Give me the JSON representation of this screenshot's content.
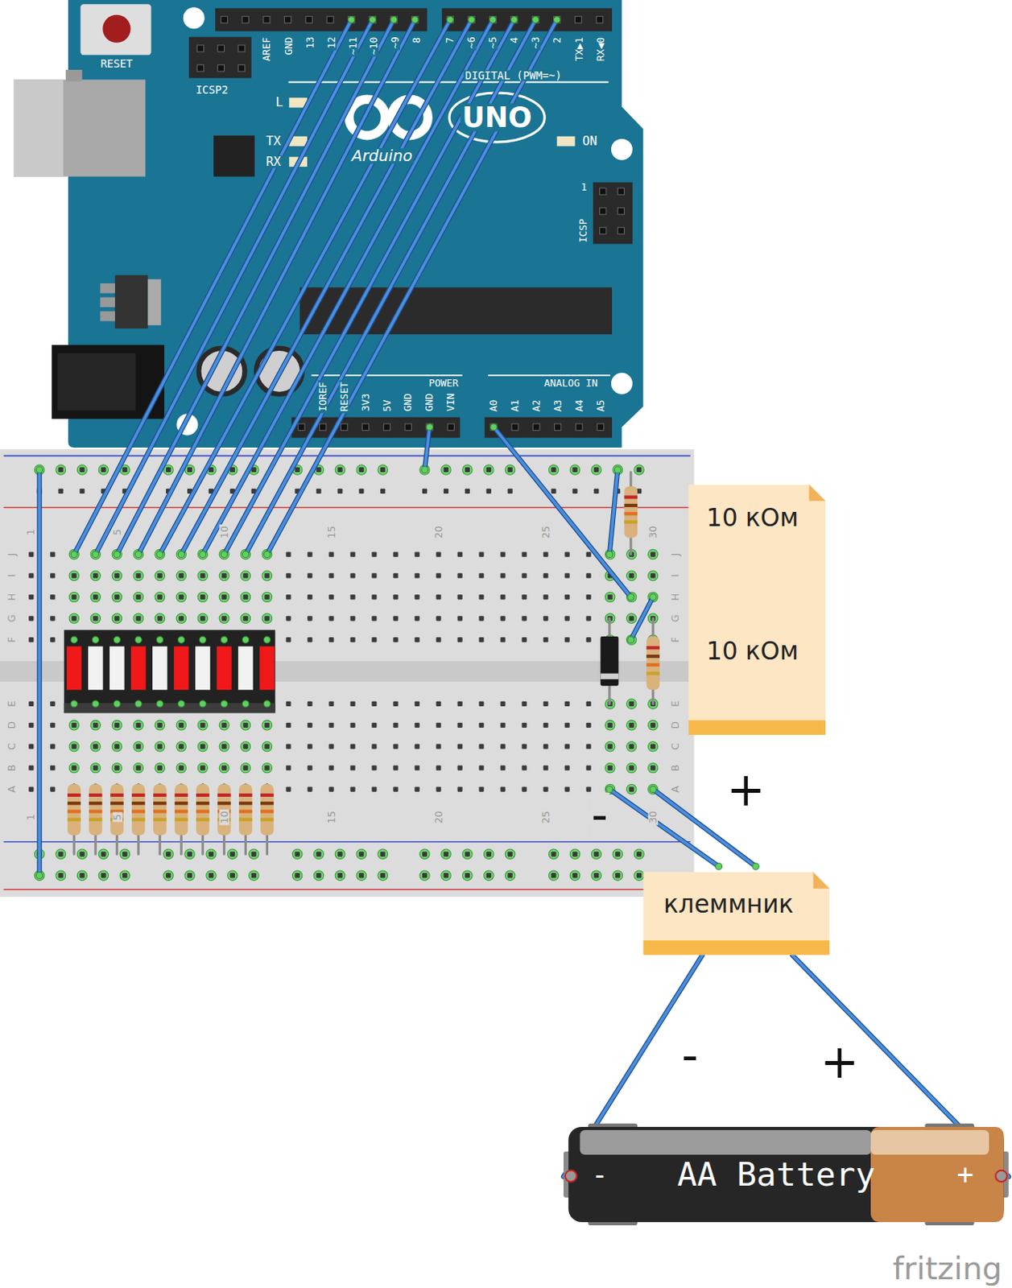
{
  "diagram": {
    "nodes": [
      {
        "text": [
          "10 кОм",
          "10 кОм"
        ]
      },
      {
        "text": [
          "клеммник"
        ]
      },
      {
        "text": [
          "-",
          "AA Battery",
          "+"
        ]
      }
    ],
    "edges": [
      {
        "from": 1,
        "to": 2,
        "arrow": "none"
      },
      {
        "from": 1,
        "to": 2,
        "arrow": "none"
      }
    ],
    "labels": [
      "RESET",
      "ICSP2",
      "AREF",
      "GND",
      "13",
      "12",
      "~11",
      "~10",
      "~9",
      "8",
      "7",
      "~6",
      "~5",
      "4",
      "~3",
      "2",
      "TX▶1",
      "RX◀0",
      "DIGITAL (PWM=~)",
      "L",
      "TX",
      "RX",
      "UNO",
      "Arduino",
      "ON",
      "1",
      "ICSP",
      "IOREF",
      "RESET",
      "3V3",
      "5V",
      "GND",
      "GND",
      "VIN",
      "POWER",
      "ANALOG IN",
      "A0",
      "A1",
      "A2",
      "A3",
      "A4",
      "A5",
      "1",
      "5",
      "10",
      "15",
      "20",
      "25",
      "30",
      "1",
      "5",
      "10",
      "15",
      "20",
      "25",
      "30",
      "J",
      "I",
      "H",
      "G",
      "F",
      "E",
      "D",
      "C",
      "B",
      "A",
      "J",
      "I",
      "H",
      "G",
      "F",
      "E",
      "D",
      "C",
      "B",
      "A",
      "+",
      "-",
      "-",
      "+",
      "fritzing"
    ]
  }
}
